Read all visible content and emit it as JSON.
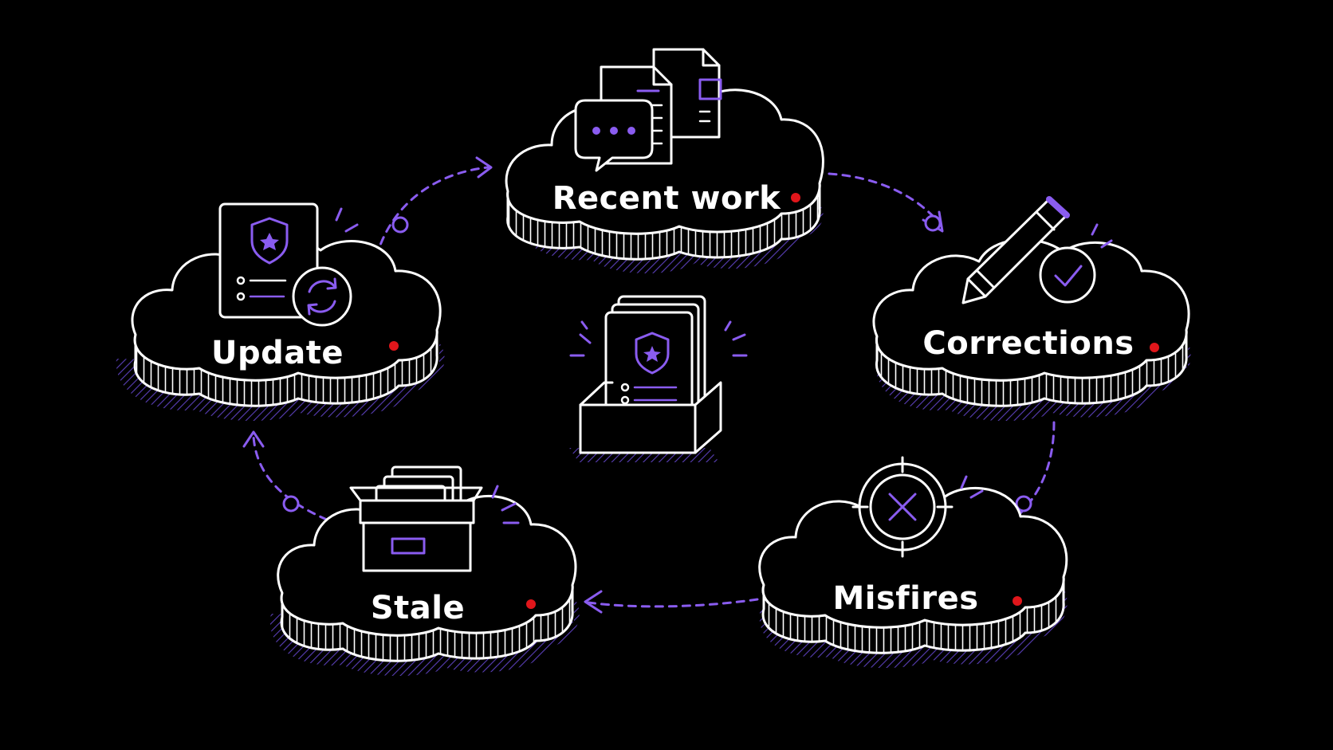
{
  "nodes": {
    "recent_work": {
      "label": "Recent work"
    },
    "corrections": {
      "label": "Corrections"
    },
    "misfires": {
      "label": "Misfires"
    },
    "stale": {
      "label": "Stale"
    },
    "update": {
      "label": "Update"
    }
  },
  "colors": {
    "background": "#000000",
    "outline": "#ffffff",
    "accent": "#8a5cf0",
    "status_dot": "#e0161b"
  },
  "icons": {
    "recent_work": "documents-with-chat-bubble-icon",
    "corrections": "pencil-with-checkmark-icon",
    "misfires": "crosshair-target-x-icon",
    "stale": "archive-box-icon",
    "update": "policy-document-refresh-icon",
    "center": "policy-card-holder-icon"
  }
}
